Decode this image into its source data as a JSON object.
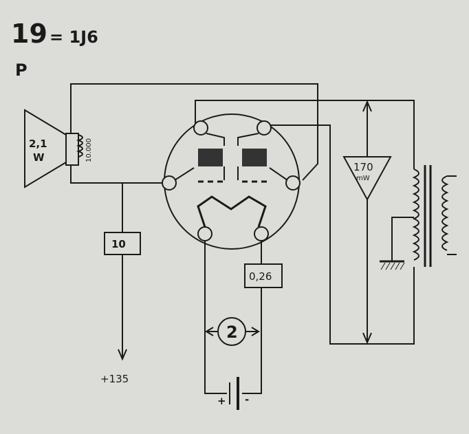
{
  "header": {
    "tube_number": "19",
    "equals_type": "= 1J6",
    "base_letter": "P"
  },
  "speaker": {
    "power": "2,1",
    "unit": "W",
    "impedance": "10.000"
  },
  "resistor_plate": {
    "value": "10"
  },
  "resistor_filament": {
    "value": "0,26"
  },
  "filament_voltage": {
    "value": "2"
  },
  "supply": {
    "voltage": "+135"
  },
  "battery": {
    "plus": "+",
    "minus": "-"
  },
  "input_power": {
    "value": "170",
    "unit": "mW"
  },
  "colors": {
    "background": "#dcdcd8",
    "ink": "#1a1a1a",
    "plate": "#333333"
  }
}
